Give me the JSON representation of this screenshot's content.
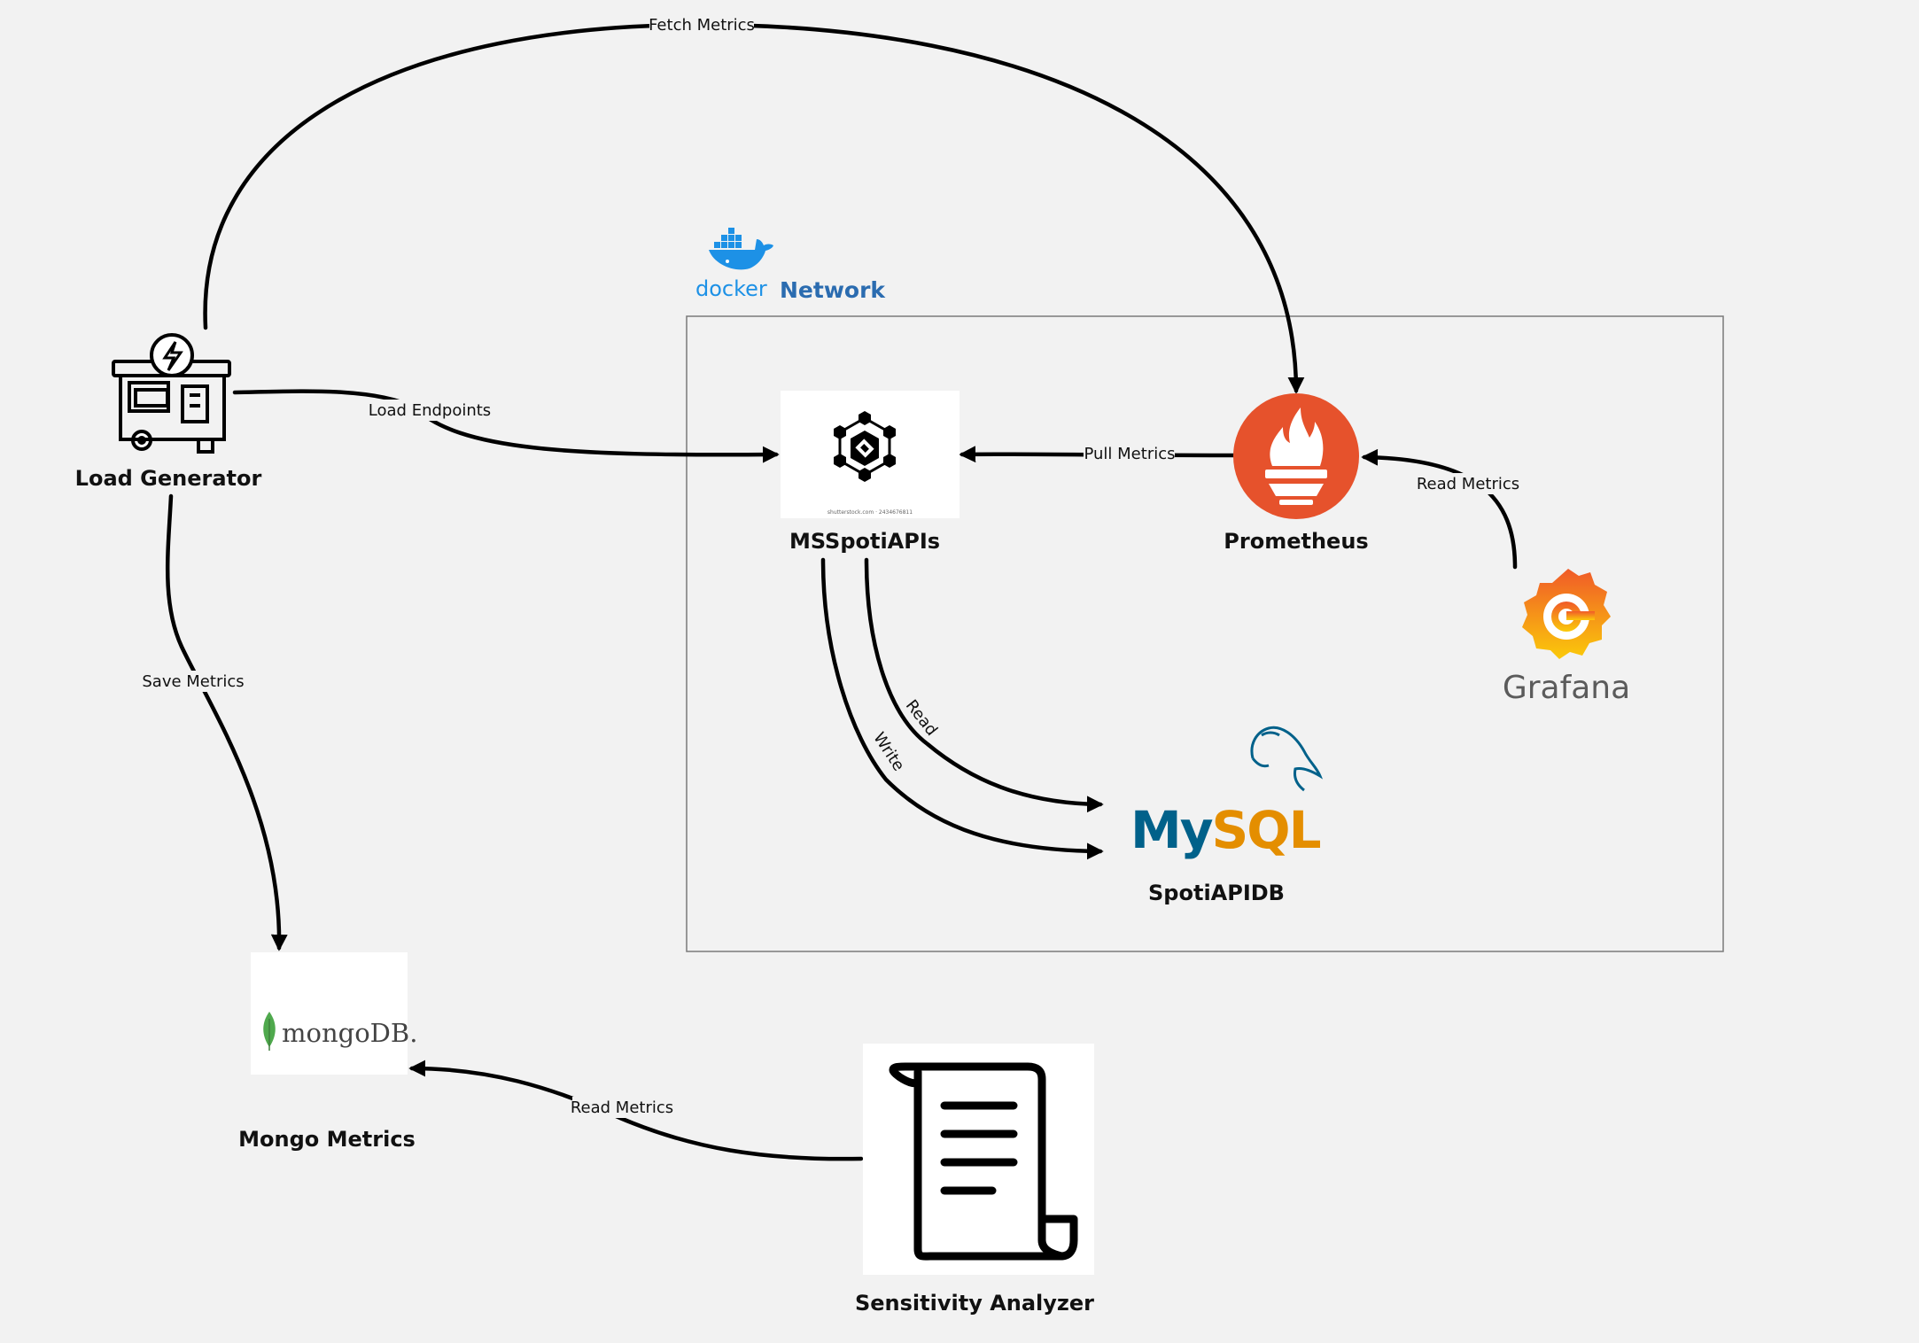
{
  "network": {
    "brand": "docker",
    "label": "Network",
    "brand_color": "#1d91e6"
  },
  "nodes": {
    "load_generator": {
      "label": "Load Generator",
      "icon": "generator-icon"
    },
    "msspotiapis": {
      "label": "MSSpotiAPIs",
      "icon": "hexagon-network-icon",
      "caption": "shutterstock.com · 2434676811"
    },
    "prometheus": {
      "label": "Prometheus",
      "icon": "prometheus-flame-icon",
      "color": "#e6522c"
    },
    "grafana": {
      "label": "Grafana",
      "icon": "grafana-icon",
      "colors": [
        "#f05a28",
        "#fbca0a"
      ],
      "text_color": "#5b5b5b"
    },
    "spotiapidb": {
      "label": "SpotiAPIDB",
      "logo_text": "MySQL",
      "icon": "mysql-dolphin-icon",
      "colors": [
        "#00618a",
        "#e48e00"
      ]
    },
    "mongo_metrics": {
      "label": "Mongo Metrics",
      "logo_text": "mongoDB.",
      "icon": "mongodb-leaf-icon",
      "color": "#4fa94d"
    },
    "sensitivity_analyzer": {
      "label": "Sensitivity Analyzer",
      "icon": "scroll-document-icon"
    }
  },
  "edges": {
    "fetch_metrics": "Fetch Metrics",
    "load_endpoints": "Load Endpoints",
    "pull_metrics": "Pull Metrics",
    "read_metrics_grafana": "Read Metrics",
    "read": "Read",
    "write": "Write",
    "save_metrics": "Save Metrics",
    "read_metrics_analyzer": "Read Metrics"
  }
}
